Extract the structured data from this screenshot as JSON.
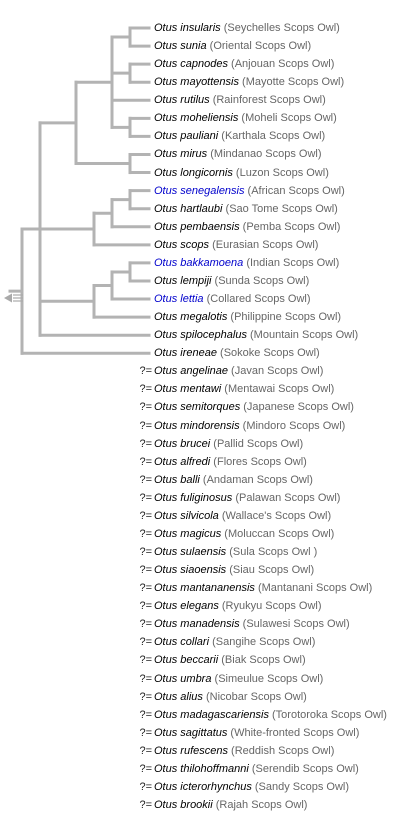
{
  "colors": {
    "branch": "#b3b3b3",
    "link": "#0000cc",
    "common": "#666666",
    "text": "#000000"
  },
  "collapse_icon": "collapse-triangle-icon",
  "unplaced_marker": "?=",
  "taxa": [
    {
      "sci": "Otus insularis",
      "common": "(Seychelles Scops Owl)",
      "link": false,
      "placed": true
    },
    {
      "sci": "Otus sunia",
      "common": "(Oriental Scops Owl)",
      "link": false,
      "placed": true
    },
    {
      "sci": "Otus capnodes",
      "common": "(Anjouan Scops Owl)",
      "link": false,
      "placed": true
    },
    {
      "sci": "Otus mayottensis",
      "common": "(Mayotte Scops Owl)",
      "link": false,
      "placed": true
    },
    {
      "sci": "Otus rutilus",
      "common": "(Rainforest Scops Owl)",
      "link": false,
      "placed": true
    },
    {
      "sci": "Otus moheliensis",
      "common": "(Moheli Scops Owl)",
      "link": false,
      "placed": true
    },
    {
      "sci": "Otus pauliani",
      "common": "(Karthala Scops Owl)",
      "link": false,
      "placed": true
    },
    {
      "sci": "Otus mirus",
      "common": "(Mindanao Scops Owl)",
      "link": false,
      "placed": true
    },
    {
      "sci": "Otus longicornis",
      "common": "(Luzon Scops Owl)",
      "link": false,
      "placed": true
    },
    {
      "sci": "Otus senegalensis",
      "common": "(African Scops Owl)",
      "link": true,
      "placed": true
    },
    {
      "sci": "Otus hartlaubi",
      "common": "(Sao Tome Scops Owl)",
      "link": false,
      "placed": true
    },
    {
      "sci": "Otus pembaensis",
      "common": "(Pemba Scops Owl)",
      "link": false,
      "placed": true
    },
    {
      "sci": "Otus scops",
      "common": "(Eurasian Scops Owl)",
      "link": false,
      "placed": true
    },
    {
      "sci": "Otus bakkamoena",
      "common": "(Indian Scops Owl)",
      "link": true,
      "placed": true
    },
    {
      "sci": "Otus lempiji",
      "common": "(Sunda Scops Owl)",
      "link": false,
      "placed": true
    },
    {
      "sci": "Otus lettia",
      "common": "(Collared Scops Owl)",
      "link": true,
      "placed": true
    },
    {
      "sci": "Otus megalotis",
      "common": "(Philippine Scops Owl)",
      "link": false,
      "placed": true
    },
    {
      "sci": "Otus spilocephalus",
      "common": "(Mountain Scops Owl)",
      "link": false,
      "placed": true
    },
    {
      "sci": "Otus ireneae",
      "common": "(Sokoke Scops Owl)",
      "link": false,
      "placed": true
    },
    {
      "sci": "Otus angelinae",
      "common": "(Javan Scops Owl)",
      "link": false,
      "placed": false
    },
    {
      "sci": "Otus mentawi",
      "common": "(Mentawai Scops Owl)",
      "link": false,
      "placed": false
    },
    {
      "sci": "Otus semitorques",
      "common": "(Japanese Scops Owl)",
      "link": false,
      "placed": false
    },
    {
      "sci": "Otus mindorensis",
      "common": "(Mindoro Scops Owl)",
      "link": false,
      "placed": false
    },
    {
      "sci": "Otus brucei",
      "common": "(Pallid Scops Owl)",
      "link": false,
      "placed": false
    },
    {
      "sci": "Otus alfredi",
      "common": "(Flores Scops Owl)",
      "link": false,
      "placed": false
    },
    {
      "sci": "Otus balli",
      "common": "(Andaman Scops Owl)",
      "link": false,
      "placed": false
    },
    {
      "sci": "Otus fuliginosus",
      "common": "(Palawan Scops Owl)",
      "link": false,
      "placed": false
    },
    {
      "sci": "Otus silvicola",
      "common": "(Wallace's Scops Owl)",
      "link": false,
      "placed": false
    },
    {
      "sci": "Otus magicus",
      "common": "(Moluccan Scops Owl)",
      "link": false,
      "placed": false
    },
    {
      "sci": "Otus sulaensis",
      "common": "(Sula Scops Owl )",
      "link": false,
      "placed": false
    },
    {
      "sci": "Otus siaoensis",
      "common": "(Siau Scops Owl)",
      "link": false,
      "placed": false
    },
    {
      "sci": "Otus mantananensis",
      "common": "(Mantanani Scops Owl)",
      "link": false,
      "placed": false
    },
    {
      "sci": "Otus elegans",
      "common": "(Ryukyu Scops Owl)",
      "link": false,
      "placed": false
    },
    {
      "sci": "Otus manadensis",
      "common": "(Sulawesi Scops Owl)",
      "link": false,
      "placed": false
    },
    {
      "sci": "Otus collari",
      "common": "(Sangihe Scops Owl)",
      "link": false,
      "placed": false
    },
    {
      "sci": "Otus beccarii",
      "common": "(Biak Scops Owl)",
      "link": false,
      "placed": false
    },
    {
      "sci": "Otus umbra",
      "common": "(Simeulue Scops Owl)",
      "link": false,
      "placed": false
    },
    {
      "sci": "Otus alius",
      "common": "(Nicobar Scops Owl)",
      "link": false,
      "placed": false
    },
    {
      "sci": "Otus madagascariensis",
      "common": "(Torotoroka Scops Owl)",
      "link": false,
      "placed": false
    },
    {
      "sci": "Otus sagittatus",
      "common": "(White-fronted Scops Owl)",
      "link": false,
      "placed": false
    },
    {
      "sci": "Otus rufescens",
      "common": "(Reddish Scops Owl)",
      "link": false,
      "placed": false
    },
    {
      "sci": "Otus thilohoffmanni",
      "common": "(Serendib Scops Owl)",
      "link": false,
      "placed": false
    },
    {
      "sci": "Otus icterorhynchus",
      "common": "(Sandy Scops Owl)",
      "link": false,
      "placed": false
    },
    {
      "sci": "Otus brookii",
      "common": "(Rajah Scops Owl)",
      "link": false,
      "placed": false
    }
  ]
}
